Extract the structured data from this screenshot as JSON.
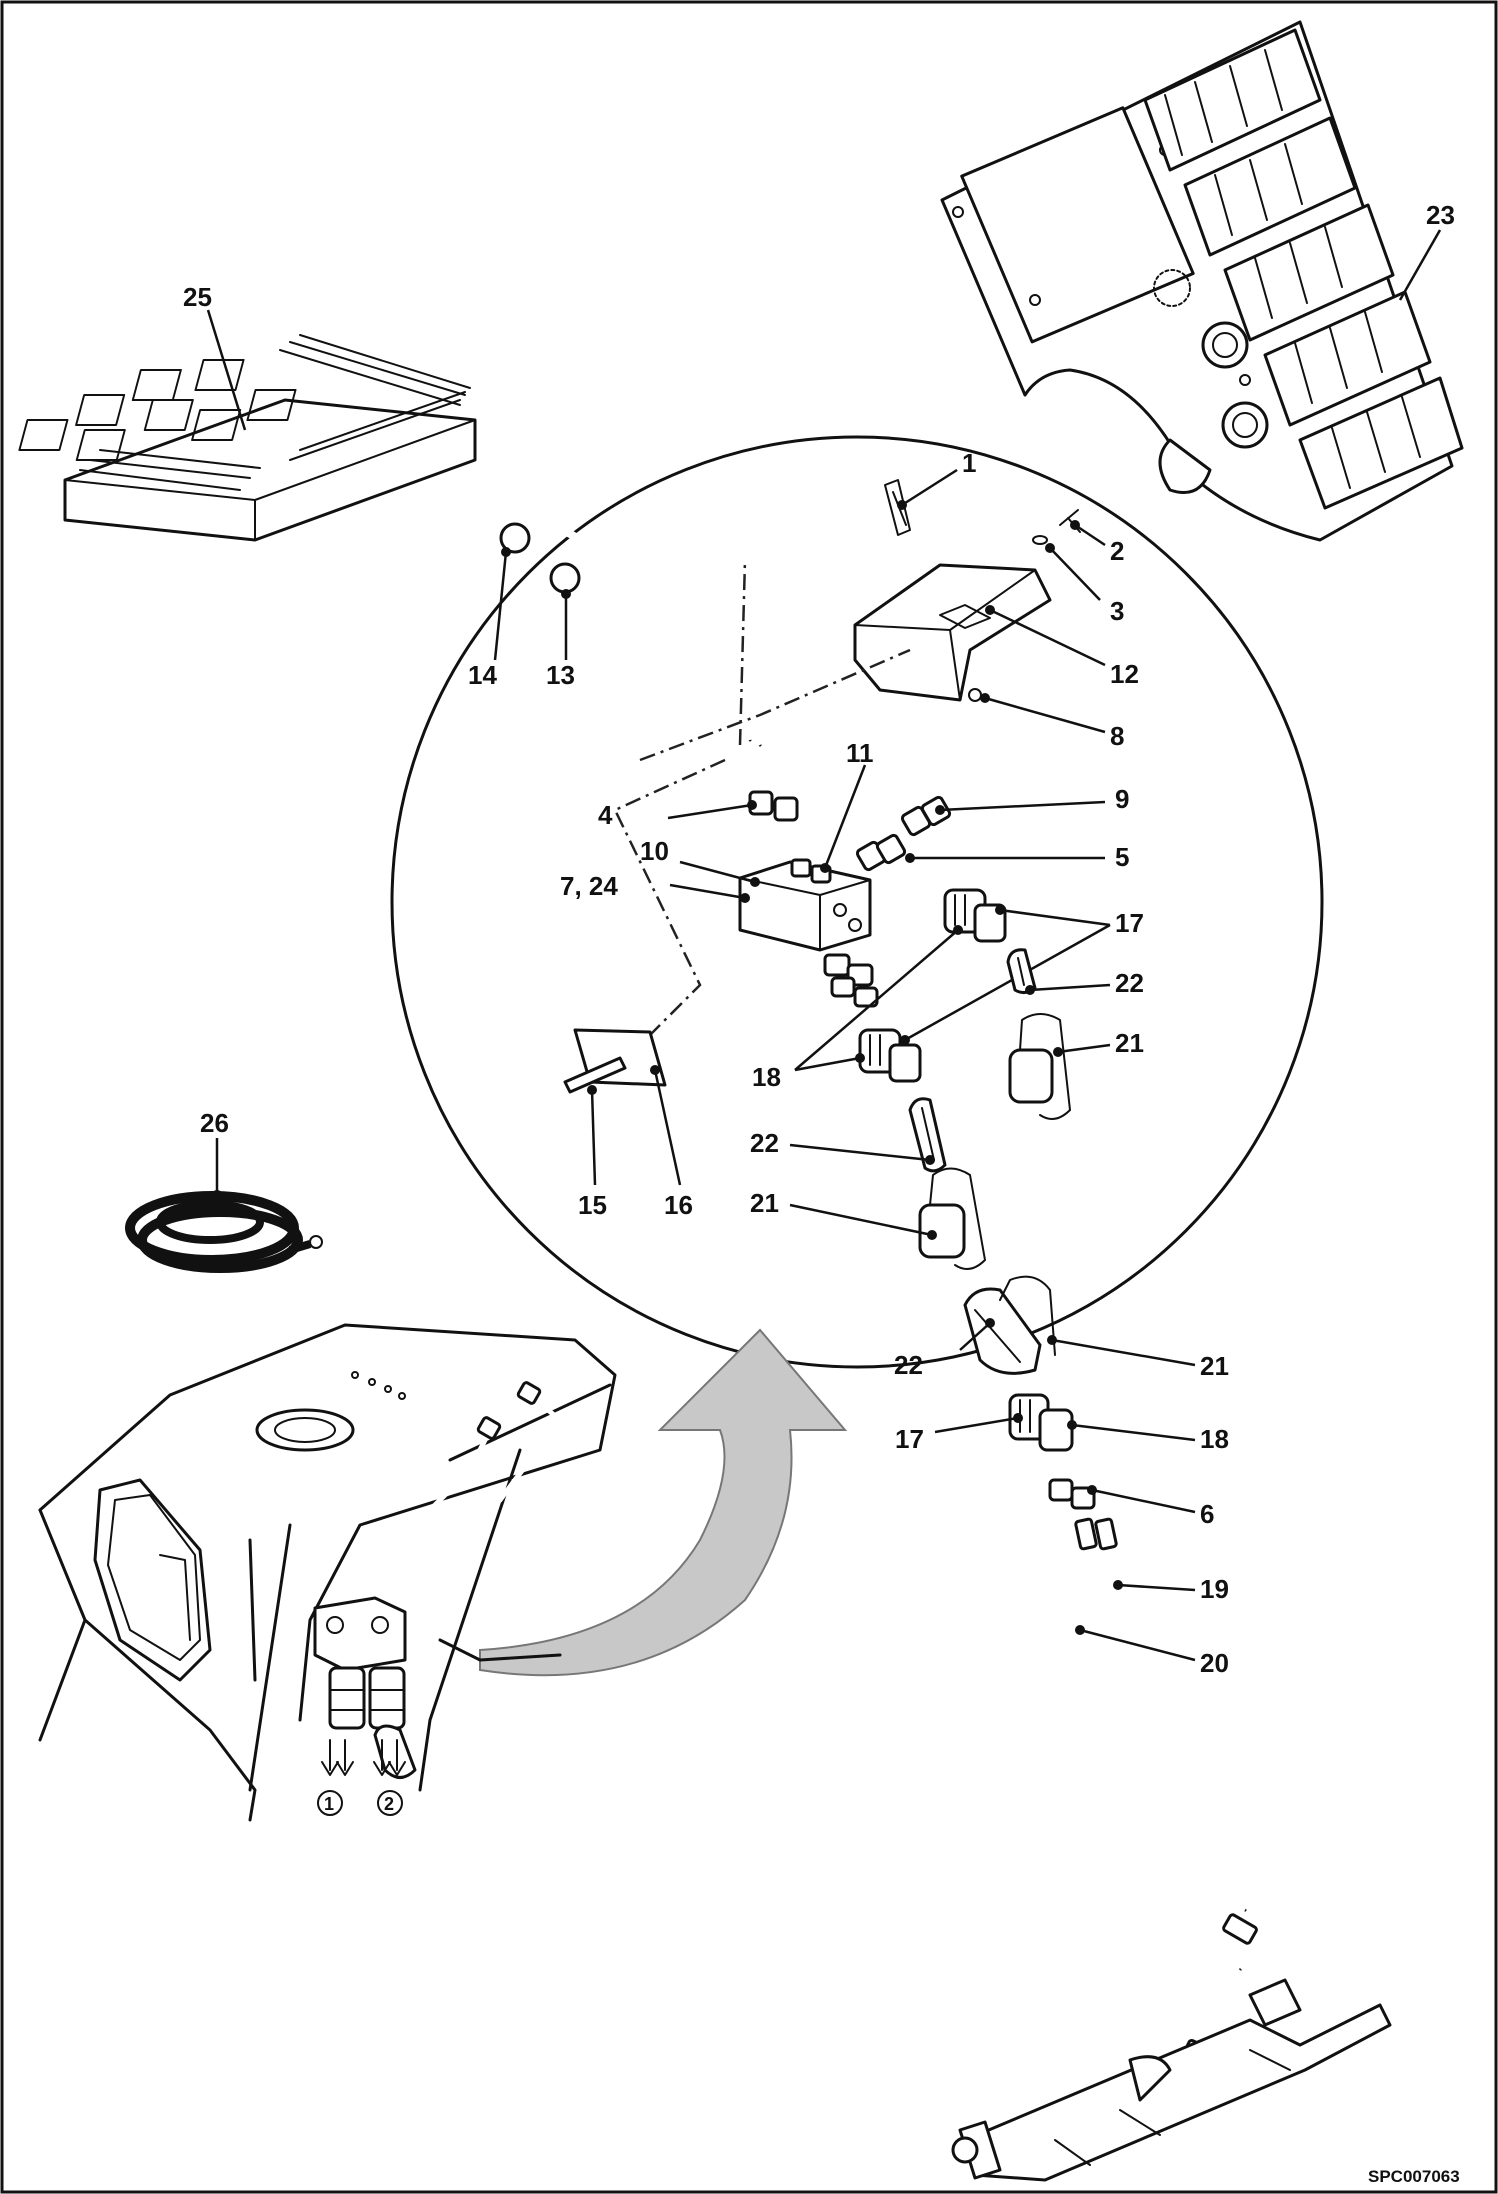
{
  "drawing_code": "SPC007063",
  "callouts": {
    "c1": "1",
    "c2": "2",
    "c3": "3",
    "c4": "4",
    "c5": "5",
    "c6": "6",
    "c7_24": "7, 24",
    "c8": "8",
    "c9": "9",
    "c10": "10",
    "c11": "11",
    "c12": "12",
    "c13": "13",
    "c14": "14",
    "c15": "15",
    "c16": "16",
    "c17a": "17",
    "c17b": "17",
    "c18a": "18",
    "c18b": "18",
    "c19": "19",
    "c20": "20",
    "c21a": "21",
    "c21b": "21",
    "c21c": "21",
    "c22a": "22",
    "c22b": "22",
    "c22c": "22",
    "c23": "23",
    "c25": "25",
    "c26": "26"
  },
  "circled_markers": {
    "m1": "1",
    "m2": "2"
  }
}
